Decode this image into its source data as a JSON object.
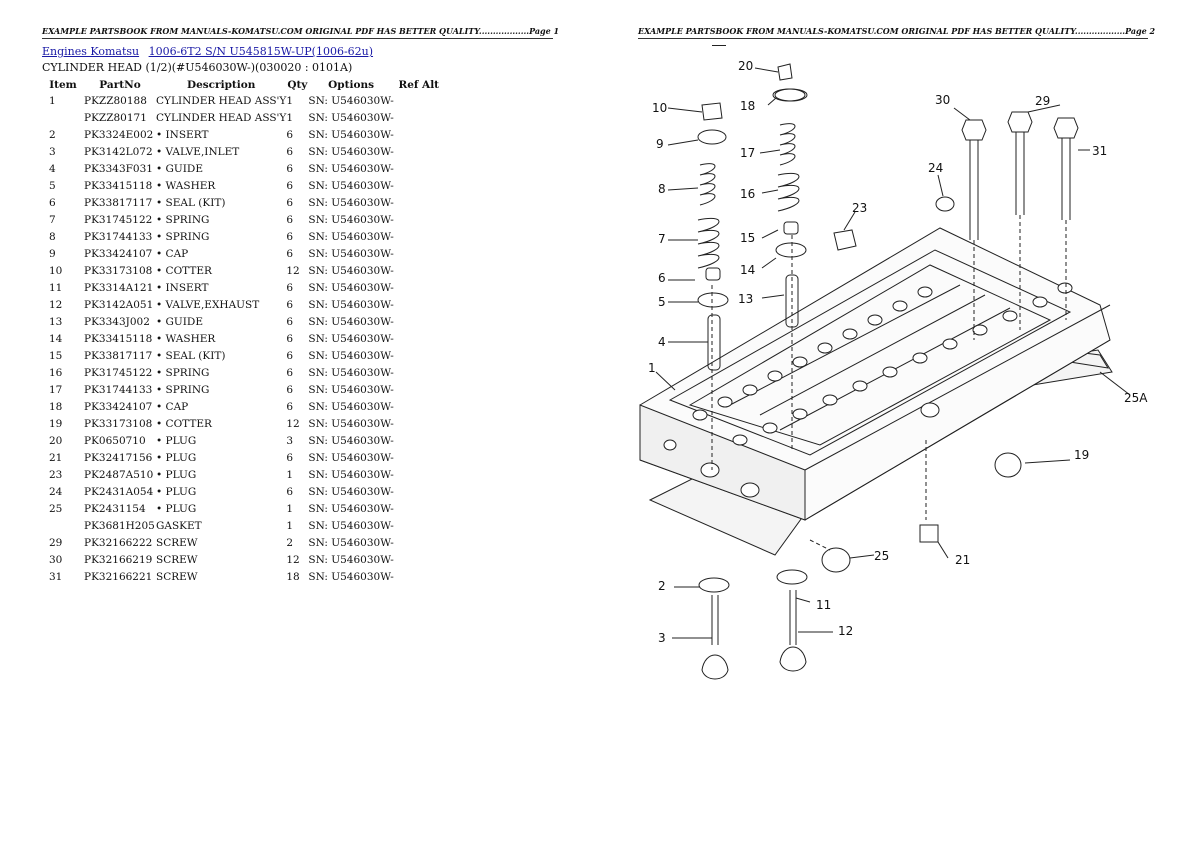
{
  "header_left": "EXAMPLE PARTSBOOK FROM MANUALS-KOMATSU.COM ORIGINAL PDF HAS BETTER QUALITY..................Page 1",
  "header_right": "EXAMPLE PARTSBOOK FROM MANUALS-KOMATSU.COM ORIGINAL PDF HAS BETTER QUALITY..................Page 2",
  "breadcrumb": {
    "link1": "Engines Komatsu",
    "link2": "1006-6T2 S/N U545815W-UP(1006-62u)"
  },
  "subtitle": "CYLINDER HEAD (1/2)(#U546030W-)(030020 : 0101A)",
  "columns": [
    "Item",
    "PartNo",
    "Description",
    "Qty",
    "Options",
    "Ref Alt"
  ],
  "rows": [
    {
      "item": "1",
      "part": "PKZZ80188",
      "desc": "CYLINDER HEAD ASS'Y",
      "qty": "1",
      "opt": "SN: U546030W-",
      "ref": ""
    },
    {
      "item": "",
      "part": "PKZZ80171",
      "desc": "CYLINDER HEAD ASS'Y",
      "qty": "1",
      "opt": "SN: U546030W-",
      "ref": ""
    },
    {
      "item": "2",
      "part": "PK3324E002",
      "desc": "• INSERT",
      "qty": "6",
      "opt": "SN: U546030W-",
      "ref": ""
    },
    {
      "item": "3",
      "part": "PK3142L072",
      "desc": "• VALVE,INLET",
      "qty": "6",
      "opt": "SN: U546030W-",
      "ref": ""
    },
    {
      "item": "4",
      "part": "PK3343F031",
      "desc": "• GUIDE",
      "qty": "6",
      "opt": "SN: U546030W-",
      "ref": ""
    },
    {
      "item": "5",
      "part": "PK33415118",
      "desc": "• WASHER",
      "qty": "6",
      "opt": "SN: U546030W-",
      "ref": ""
    },
    {
      "item": "6",
      "part": "PK33817117",
      "desc": "• SEAL (KIT)",
      "qty": "6",
      "opt": "SN: U546030W-",
      "ref": ""
    },
    {
      "item": "7",
      "part": "PK31745122",
      "desc": "• SPRING",
      "qty": "6",
      "opt": "SN: U546030W-",
      "ref": ""
    },
    {
      "item": "8",
      "part": "PK31744133",
      "desc": "• SPRING",
      "qty": "6",
      "opt": "SN: U546030W-",
      "ref": ""
    },
    {
      "item": "9",
      "part": "PK33424107",
      "desc": "• CAP",
      "qty": "6",
      "opt": "SN: U546030W-",
      "ref": ""
    },
    {
      "item": "10",
      "part": "PK33173108",
      "desc": "• COTTER",
      "qty": "12",
      "opt": "SN: U546030W-",
      "ref": ""
    },
    {
      "item": "11",
      "part": "PK3314A121",
      "desc": "• INSERT",
      "qty": "6",
      "opt": "SN: U546030W-",
      "ref": ""
    },
    {
      "item": "12",
      "part": "PK3142A051",
      "desc": "• VALVE,EXHAUST",
      "qty": "6",
      "opt": "SN: U546030W-",
      "ref": ""
    },
    {
      "item": "13",
      "part": "PK3343J002",
      "desc": "• GUIDE",
      "qty": "6",
      "opt": "SN: U546030W-",
      "ref": ""
    },
    {
      "item": "14",
      "part": "PK33415118",
      "desc": "• WASHER",
      "qty": "6",
      "opt": "SN: U546030W-",
      "ref": ""
    },
    {
      "item": "15",
      "part": "PK33817117",
      "desc": "• SEAL (KIT)",
      "qty": "6",
      "opt": "SN: U546030W-",
      "ref": ""
    },
    {
      "item": "16",
      "part": "PK31745122",
      "desc": "• SPRING",
      "qty": "6",
      "opt": "SN: U546030W-",
      "ref": ""
    },
    {
      "item": "17",
      "part": "PK31744133",
      "desc": "• SPRING",
      "qty": "6",
      "opt": "SN: U546030W-",
      "ref": ""
    },
    {
      "item": "18",
      "part": "PK33424107",
      "desc": "• CAP",
      "qty": "6",
      "opt": "SN: U546030W-",
      "ref": ""
    },
    {
      "item": "19",
      "part": "PK33173108",
      "desc": "• COTTER",
      "qty": "12",
      "opt": "SN: U546030W-",
      "ref": ""
    },
    {
      "item": "20",
      "part": "PK0650710",
      "desc": "• PLUG",
      "qty": "3",
      "opt": "SN: U546030W-",
      "ref": ""
    },
    {
      "item": "21",
      "part": "PK32417156",
      "desc": "• PLUG",
      "qty": "6",
      "opt": "SN: U546030W-",
      "ref": ""
    },
    {
      "item": "23",
      "part": "PK2487A510",
      "desc": "• PLUG",
      "qty": "1",
      "opt": "SN: U546030W-",
      "ref": ""
    },
    {
      "item": "24",
      "part": "PK2431A054",
      "desc": "• PLUG",
      "qty": "6",
      "opt": "SN: U546030W-",
      "ref": ""
    },
    {
      "item": "25",
      "part": "PK2431154",
      "desc": "• PLUG",
      "qty": "1",
      "opt": "SN: U546030W-",
      "ref": ""
    },
    {
      "item": "",
      "part": "PK3681H205",
      "desc": "GASKET",
      "qty": "1",
      "opt": "SN: U546030W-",
      "ref": ""
    },
    {
      "item": "29",
      "part": "PK32166222",
      "desc": "SCREW",
      "qty": "2",
      "opt": "SN: U546030W-",
      "ref": ""
    },
    {
      "item": "30",
      "part": "PK32166219",
      "desc": "SCREW",
      "qty": "12",
      "opt": "SN: U546030W-",
      "ref": ""
    },
    {
      "item": "31",
      "part": "PK32166221",
      "desc": "SCREW",
      "qty": "18",
      "opt": "SN: U546030W-",
      "ref": ""
    }
  ],
  "callouts": [
    "1",
    "2",
    "3",
    "4",
    "5",
    "6",
    "7",
    "8",
    "9",
    "10",
    "11",
    "12",
    "13",
    "14",
    "15",
    "16",
    "17",
    "18",
    "19",
    "20",
    "21",
    "23",
    "24",
    "25",
    "25A",
    "29",
    "30",
    "31"
  ]
}
